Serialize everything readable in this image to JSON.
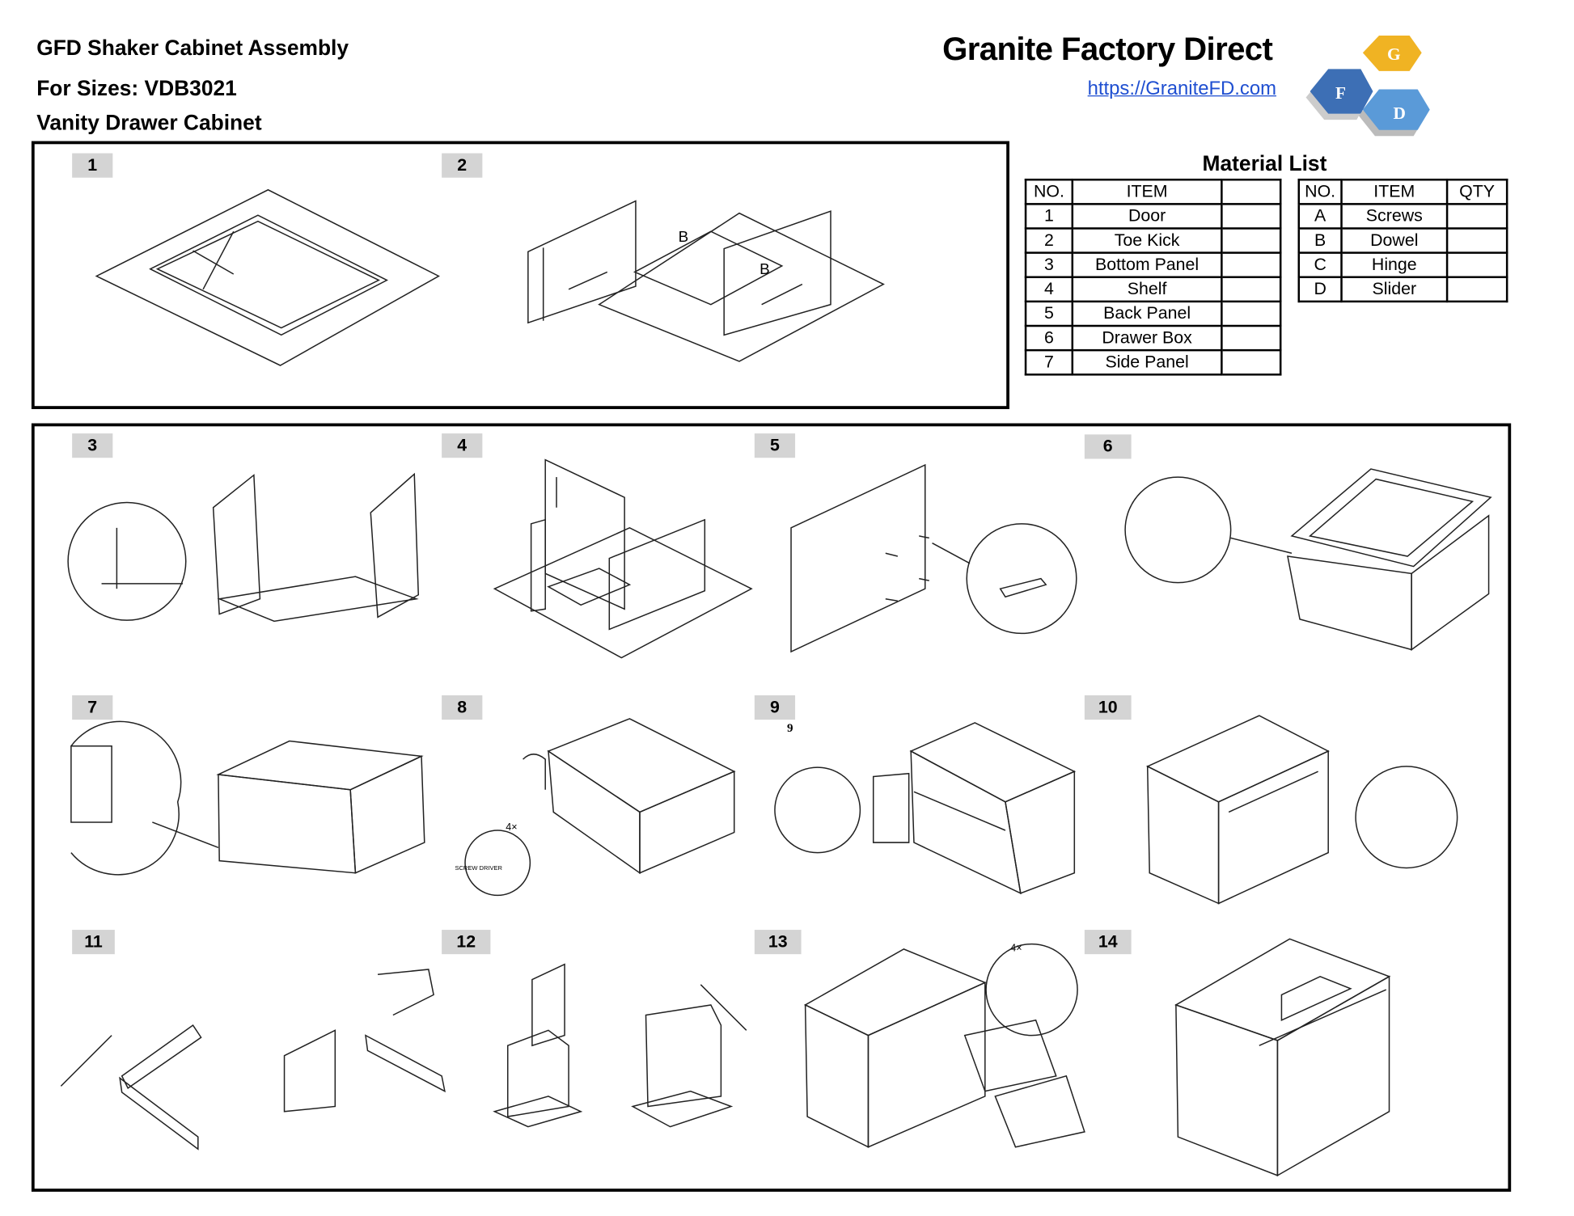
{
  "header": {
    "title": "GFD Shaker Cabinet Assembly",
    "sizes": "For Sizes: VDB3021",
    "subtitle": "Vanity Drawer Cabinet",
    "brand": "Granite Factory Direct",
    "url": "https://GraniteFD.com",
    "logo_letters": [
      "G",
      "F",
      "D"
    ]
  },
  "material_list": {
    "title": "Material List",
    "parts_headers": [
      "NO.",
      "ITEM",
      ""
    ],
    "parts": [
      {
        "no": "1",
        "item": "Door"
      },
      {
        "no": "2",
        "item": "Toe Kick"
      },
      {
        "no": "3",
        "item": "Bottom Panel"
      },
      {
        "no": "4",
        "item": "Shelf"
      },
      {
        "no": "5",
        "item": "Back Panel"
      },
      {
        "no": "6",
        "item": "Drawer Box"
      },
      {
        "no": "7",
        "item": "Side Panel"
      }
    ],
    "hardware_headers": [
      "NO.",
      "ITEM",
      "QTY"
    ],
    "hardware": [
      {
        "no": "A",
        "item": "Screws"
      },
      {
        "no": "B",
        "item": "Dowel"
      },
      {
        "no": "C",
        "item": "Hinge"
      },
      {
        "no": "D",
        "item": "Slider"
      }
    ]
  },
  "steps": [
    "1",
    "2",
    "3",
    "4",
    "5",
    "6",
    "7",
    "8",
    "9",
    "10",
    "11",
    "12",
    "13",
    "14"
  ],
  "annotations": {
    "dowel_b": "B",
    "step9_mark": "9",
    "count_4x": "4×",
    "screw_driver": "SCREW DRIVER"
  },
  "colors": {
    "link": "#1f4fd1",
    "logo_g": "#f0b323",
    "logo_f": "#3d6fb5",
    "logo_d": "#5a9ad8",
    "step_bg": "#d4d4d4"
  }
}
